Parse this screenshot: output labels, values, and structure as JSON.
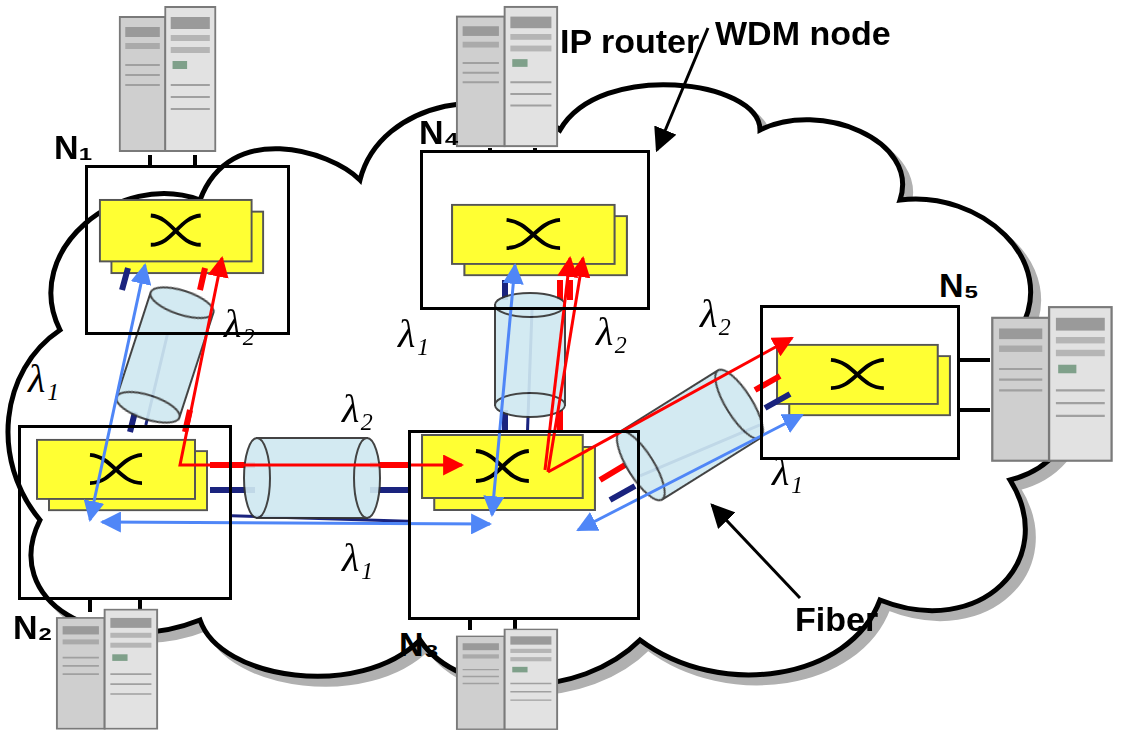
{
  "diagram": {
    "nodes": [
      {
        "text": [
          "N₁"
        ]
      },
      {
        "text": [
          "N₄"
        ]
      },
      {
        "text": [
          "N₅"
        ]
      },
      {
        "text": [
          "N₂"
        ]
      },
      {
        "text": [
          "N₃"
        ]
      }
    ],
    "edges": [
      {
        "from": 0,
        "to": 3,
        "arrow": "none"
      },
      {
        "from": 3,
        "to": 4,
        "arrow": "none"
      },
      {
        "from": 1,
        "to": 4,
        "arrow": "none"
      },
      {
        "from": 4,
        "to": 2,
        "arrow": "none"
      }
    ],
    "labels": [
      "IP router",
      "WDM node",
      "Fiber",
      "λ₁",
      "λ₂",
      "λ₁",
      "λ₂",
      "λ₂",
      "λ₁",
      "λ₂",
      "λ₁"
    ]
  }
}
